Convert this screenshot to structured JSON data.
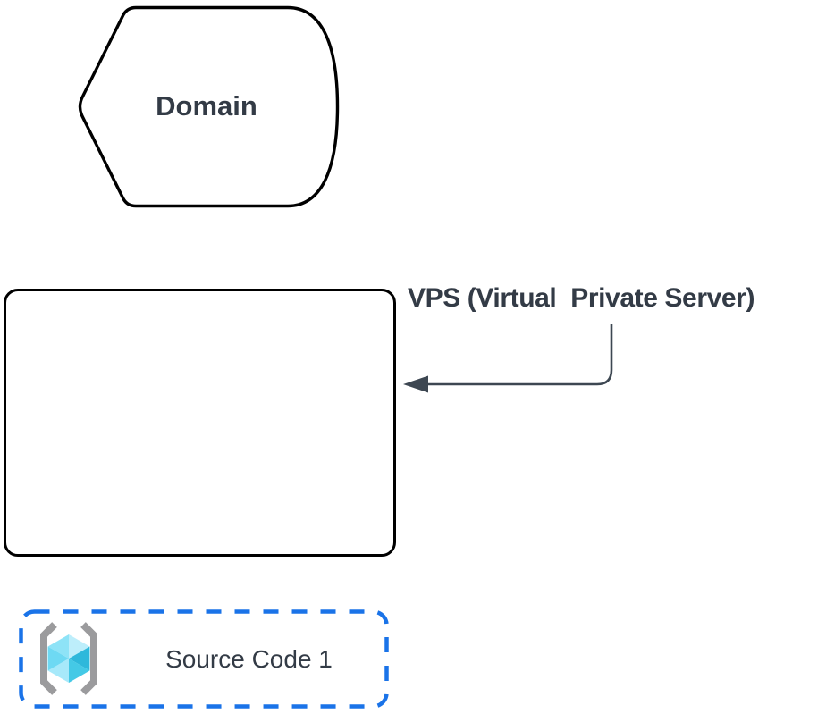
{
  "diagram": {
    "nodes": {
      "domain": {
        "label": "Domain"
      },
      "vps": {
        "shape": "rounded-rectangle"
      },
      "source_code": {
        "label": "Source Code 1",
        "icon": "cube-in-brackets-icon"
      }
    },
    "edges": {
      "vps_pointer": {
        "label": "VPS (Virtual  Private Server)",
        "arrowhead": "left-solid-triangle"
      }
    }
  },
  "colors": {
    "background": "#FFFFFF",
    "node_fill": "#FFFFFF",
    "node_stroke": "#000000",
    "text": "#333B46",
    "edge": "#3D4752",
    "dashed_border": "#1A73E8",
    "bracket": "#9B9B9D",
    "cube_top_left": "#8EE3F7",
    "cube_top_right": "#BDEEFB",
    "cube_right": "#2EB8DB",
    "cube_bottom_right": "#44C9E6",
    "cube_bottom_left": "#A7E9FA",
    "cube_left": "#6ED9F3"
  }
}
